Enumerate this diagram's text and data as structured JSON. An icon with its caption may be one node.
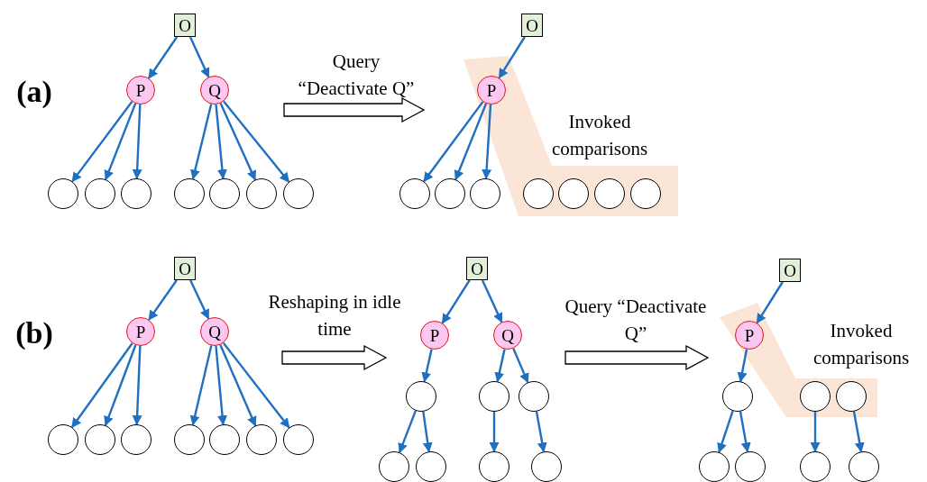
{
  "diagram": {
    "nodes": [
      {
        "text": [
          "O"
        ]
      },
      {
        "text": [
          "P"
        ]
      },
      {
        "text": [
          "Q"
        ]
      },
      {
        "text": [],
        "shape": "circle"
      },
      {
        "text": [],
        "shape": "circle"
      },
      {
        "text": [],
        "shape": "circle"
      },
      {
        "text": [],
        "shape": "circle"
      },
      {
        "text": [],
        "shape": "circle"
      },
      {
        "text": [],
        "shape": "circle"
      },
      {
        "text": [],
        "shape": "circle"
      },
      {
        "text": [
          "O"
        ]
      },
      {
        "text": [
          "P"
        ]
      },
      {
        "text": [],
        "shape": "circle"
      },
      {
        "text": [],
        "shape": "circle"
      },
      {
        "text": [],
        "shape": "circle"
      },
      {
        "text": [],
        "shape": "circle"
      },
      {
        "text": [],
        "shape": "circle"
      },
      {
        "text": [],
        "shape": "circle"
      },
      {
        "text": [],
        "shape": "circle"
      },
      {
        "text": [
          "O"
        ]
      },
      {
        "text": [
          "P"
        ]
      },
      {
        "text": [
          "Q"
        ]
      },
      {
        "text": [],
        "shape": "circle"
      },
      {
        "text": [],
        "shape": "circle"
      },
      {
        "text": [],
        "shape": "circle"
      },
      {
        "text": [],
        "shape": "circle"
      },
      {
        "text": [],
        "shape": "circle"
      },
      {
        "text": [],
        "shape": "circle"
      },
      {
        "text": [],
        "shape": "circle"
      },
      {
        "text": [
          "O"
        ]
      },
      {
        "text": [
          "P"
        ]
      },
      {
        "text": [
          "Q"
        ]
      },
      {
        "text": [],
        "shape": "circle"
      },
      {
        "text": [],
        "shape": "circle"
      },
      {
        "text": [],
        "shape": "circle"
      },
      {
        "text": [],
        "shape": "circle"
      },
      {
        "text": [],
        "shape": "circle"
      },
      {
        "text": [],
        "shape": "circle"
      },
      {
        "text": [],
        "shape": "circle"
      },
      {
        "text": [
          "O"
        ]
      },
      {
        "text": [
          "P"
        ]
      },
      {
        "text": [],
        "shape": "circle"
      },
      {
        "text": [],
        "shape": "circle"
      },
      {
        "text": [],
        "shape": "circle"
      },
      {
        "text": [],
        "shape": "circle"
      },
      {
        "text": [],
        "shape": "circle"
      },
      {
        "text": [],
        "shape": "circle"
      },
      {
        "text": [],
        "shape": "circle"
      }
    ],
    "edges": [
      {
        "from": 0,
        "to": 1,
        "arrow": "to"
      },
      {
        "from": 0,
        "to": 2,
        "arrow": "to"
      },
      {
        "from": 1,
        "to": 3,
        "arrow": "to"
      },
      {
        "from": 1,
        "to": 4,
        "arrow": "to"
      },
      {
        "from": 1,
        "to": 5,
        "arrow": "to"
      },
      {
        "from": 2,
        "to": 6,
        "arrow": "to"
      },
      {
        "from": 2,
        "to": 7,
        "arrow": "to"
      },
      {
        "from": 2,
        "to": 8,
        "arrow": "to"
      },
      {
        "from": 2,
        "to": 9,
        "arrow": "to"
      },
      {
        "from": 10,
        "to": 11,
        "arrow": "to"
      },
      {
        "from": 11,
        "to": 12,
        "arrow": "to"
      },
      {
        "from": 11,
        "to": 13,
        "arrow": "to"
      },
      {
        "from": 11,
        "to": 14,
        "arrow": "to"
      },
      {
        "from": 19,
        "to": 20,
        "arrow": "to"
      },
      {
        "from": 19,
        "to": 21,
        "arrow": "to"
      },
      {
        "from": 20,
        "to": 22,
        "arrow": "to"
      },
      {
        "from": 20,
        "to": 23,
        "arrow": "to"
      },
      {
        "from": 20,
        "to": 24,
        "arrow": "to"
      },
      {
        "from": 21,
        "to": 25,
        "arrow": "to"
      },
      {
        "from": 21,
        "to": 26,
        "arrow": "to"
      },
      {
        "from": 21,
        "to": 27,
        "arrow": "to"
      },
      {
        "from": 21,
        "to": 28,
        "arrow": "to"
      },
      {
        "from": 29,
        "to": 30,
        "arrow": "to"
      },
      {
        "from": 29,
        "to": 31,
        "arrow": "to"
      },
      {
        "from": 30,
        "to": 32,
        "arrow": "to"
      },
      {
        "from": 31,
        "to": 33,
        "arrow": "to"
      },
      {
        "from": 31,
        "to": 34,
        "arrow": "to"
      },
      {
        "from": 32,
        "to": 35,
        "arrow": "to"
      },
      {
        "from": 32,
        "to": 36,
        "arrow": "to"
      },
      {
        "from": 33,
        "to": 37,
        "arrow": "to"
      },
      {
        "from": 34,
        "to": 38,
        "arrow": "to"
      },
      {
        "from": 39,
        "to": 40,
        "arrow": "to"
      },
      {
        "from": 40,
        "to": 41,
        "arrow": "to"
      },
      {
        "from": 41,
        "to": 44,
        "arrow": "to"
      },
      {
        "from": 41,
        "to": 45,
        "arrow": "to"
      },
      {
        "from": 42,
        "to": 46,
        "arrow": "to"
      },
      {
        "from": 43,
        "to": 47,
        "arrow": "to"
      }
    ],
    "labels": [
      "(a)",
      "Query “Deactivate Q”",
      "Invoked comparisons",
      "(b)",
      "Reshaping in idle time",
      "Query “Deactivate Q”",
      "Invoked comparisons"
    ]
  }
}
